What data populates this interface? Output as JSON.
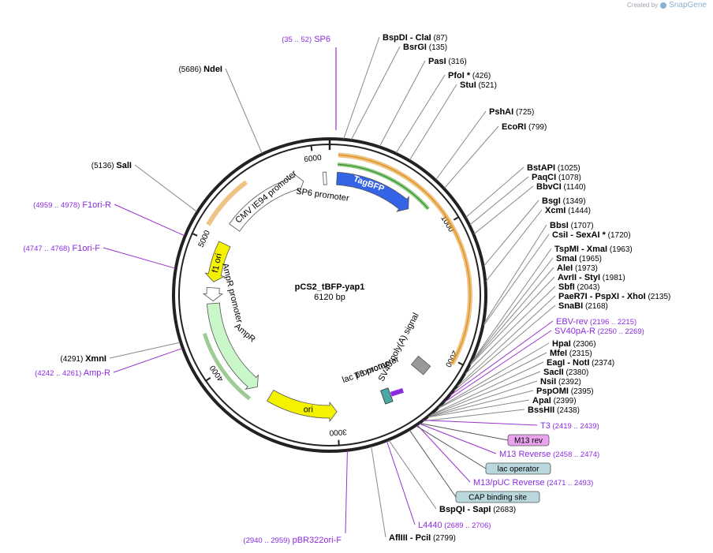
{
  "watermark": {
    "prefix": "Created by",
    "brand": "SnapGene"
  },
  "plasmid": {
    "name": "pCS2_tBFP-yap1",
    "size_label": "6120 bp",
    "length": 6120
  },
  "ticks": [
    "1000",
    "2000",
    "3000",
    "4000",
    "5000",
    "6000"
  ],
  "enzymes": [
    {
      "name": "BspDI",
      "sep": "-",
      "name2": "ClaI",
      "pos": "(87)"
    },
    {
      "name": "BsrGI",
      "pos": "(135)"
    },
    {
      "name": "PasI",
      "pos": "(316)"
    },
    {
      "name": "PfoI *",
      "pos": "(426)"
    },
    {
      "name": "StuI",
      "pos": "(521)"
    },
    {
      "name": "PshAI",
      "pos": "(725)"
    },
    {
      "name": "EcoRI",
      "pos": "(799)"
    },
    {
      "name": "BstAPI",
      "pos": "(1025)"
    },
    {
      "name": "PaqCI",
      "pos": "(1078)"
    },
    {
      "name": "BbvCI",
      "pos": "(1140)"
    },
    {
      "name": "BsgI",
      "pos": "(1349)"
    },
    {
      "name": "XcmI",
      "pos": "(1444)"
    },
    {
      "name": "BbsI",
      "pos": "(1707)"
    },
    {
      "name": "CsiI",
      "sep": "-",
      "name2": "SexAI *",
      "pos": "(1720)"
    },
    {
      "name": "TspMI",
      "sep": "-",
      "name2": "XmaI",
      "pos": "(1963)"
    },
    {
      "name": "SmaI",
      "pos": "(1965)"
    },
    {
      "name": "AleI",
      "pos": "(1973)"
    },
    {
      "name": "AvrII",
      "sep": "-",
      "name2": "StyI",
      "pos": "(1981)"
    },
    {
      "name": "SbfI",
      "pos": "(2043)"
    },
    {
      "name": "PaeR7I",
      "sep": "-",
      "name2": "PspXI",
      "sep2": "-",
      "name3": "XhoI",
      "pos": "(2135)"
    },
    {
      "name": "SnaBI",
      "pos": "(2168)"
    },
    {
      "name": "HpaI",
      "pos": "(2306)"
    },
    {
      "name": "MfeI",
      "pos": "(2315)"
    },
    {
      "name": "EagI",
      "sep": "-",
      "name2": "NotI",
      "pos": "(2374)"
    },
    {
      "name": "SacII",
      "pos": "(2380)"
    },
    {
      "name": "NsiI",
      "pos": "(2392)"
    },
    {
      "name": "PspOMI",
      "pos": "(2395)"
    },
    {
      "name": "ApaI",
      "pos": "(2399)"
    },
    {
      "name": "BssHII",
      "pos": "(2438)"
    },
    {
      "name": "BspQI",
      "sep": "-",
      "name2": "SapI",
      "pos": "(2683)"
    },
    {
      "name": "AflIII",
      "sep": "-",
      "name2": "PciI",
      "pos": "(2799)"
    },
    {
      "name": "XmnI",
      "pos": "(4291)"
    },
    {
      "name": "SalI",
      "pos": "(5136)"
    },
    {
      "name": "NdeI",
      "pos": "(5686)"
    }
  ],
  "primers": [
    {
      "name": "SP6",
      "pos": "(35 .. 52)"
    },
    {
      "name": "EBV-rev",
      "pos": "(2196 .. 2215)"
    },
    {
      "name": "SV40pA-R",
      "pos": "(2250 .. 2269)"
    },
    {
      "name": "T3",
      "pos": "(2419 .. 2439)"
    },
    {
      "name": "M13 Reverse",
      "pos": "(2458 .. 2474)"
    },
    {
      "name": "M13/pUC Reverse",
      "pos": "(2471 .. 2493)"
    },
    {
      "name": "L4440",
      "pos": "(2689 .. 2706)"
    },
    {
      "name": "pBR322ori-F",
      "pos": "(2940 .. 2959)"
    },
    {
      "name": "Amp-R",
      "pos": "(4242 .. 4261)"
    },
    {
      "name": "F1ori-F",
      "pos": "(4747 .. 4768)"
    },
    {
      "name": "F1ori-R",
      "pos": "(4959 .. 4978)"
    }
  ],
  "boxed": [
    {
      "name": "M13 rev",
      "color": "#e8a3ec"
    },
    {
      "name": "lac operator",
      "color": "#b9d8de"
    },
    {
      "name": "CAP binding site",
      "color": "#b9d8de"
    }
  ],
  "features": [
    {
      "name": "TagBFP",
      "color": "#3563e6"
    },
    {
      "name": "SP6 promoter",
      "color": "#ffffff"
    },
    {
      "name": "CMV IE94 promoter",
      "color": "#ffffff"
    },
    {
      "name": "f1 ori",
      "color": "#f5f200"
    },
    {
      "name": "AmpR promoter",
      "color": "#ffffff"
    },
    {
      "name": "AmpR",
      "color": "#c9f7c9"
    },
    {
      "name": "ori",
      "color": "#f5f200"
    },
    {
      "name": "lac promoter",
      "color": "#4aa8a8"
    },
    {
      "name": "T3 promoter",
      "color": "#ffffff"
    },
    {
      "name": "SV40 poly(A) signal",
      "color": "#999999"
    }
  ],
  "colors": {
    "enzyme_line": "#888888",
    "primer": "#9a33cc",
    "orange_arc": "#e09422",
    "green_arc": "#3a9a2a",
    "backbone": "#222222"
  }
}
